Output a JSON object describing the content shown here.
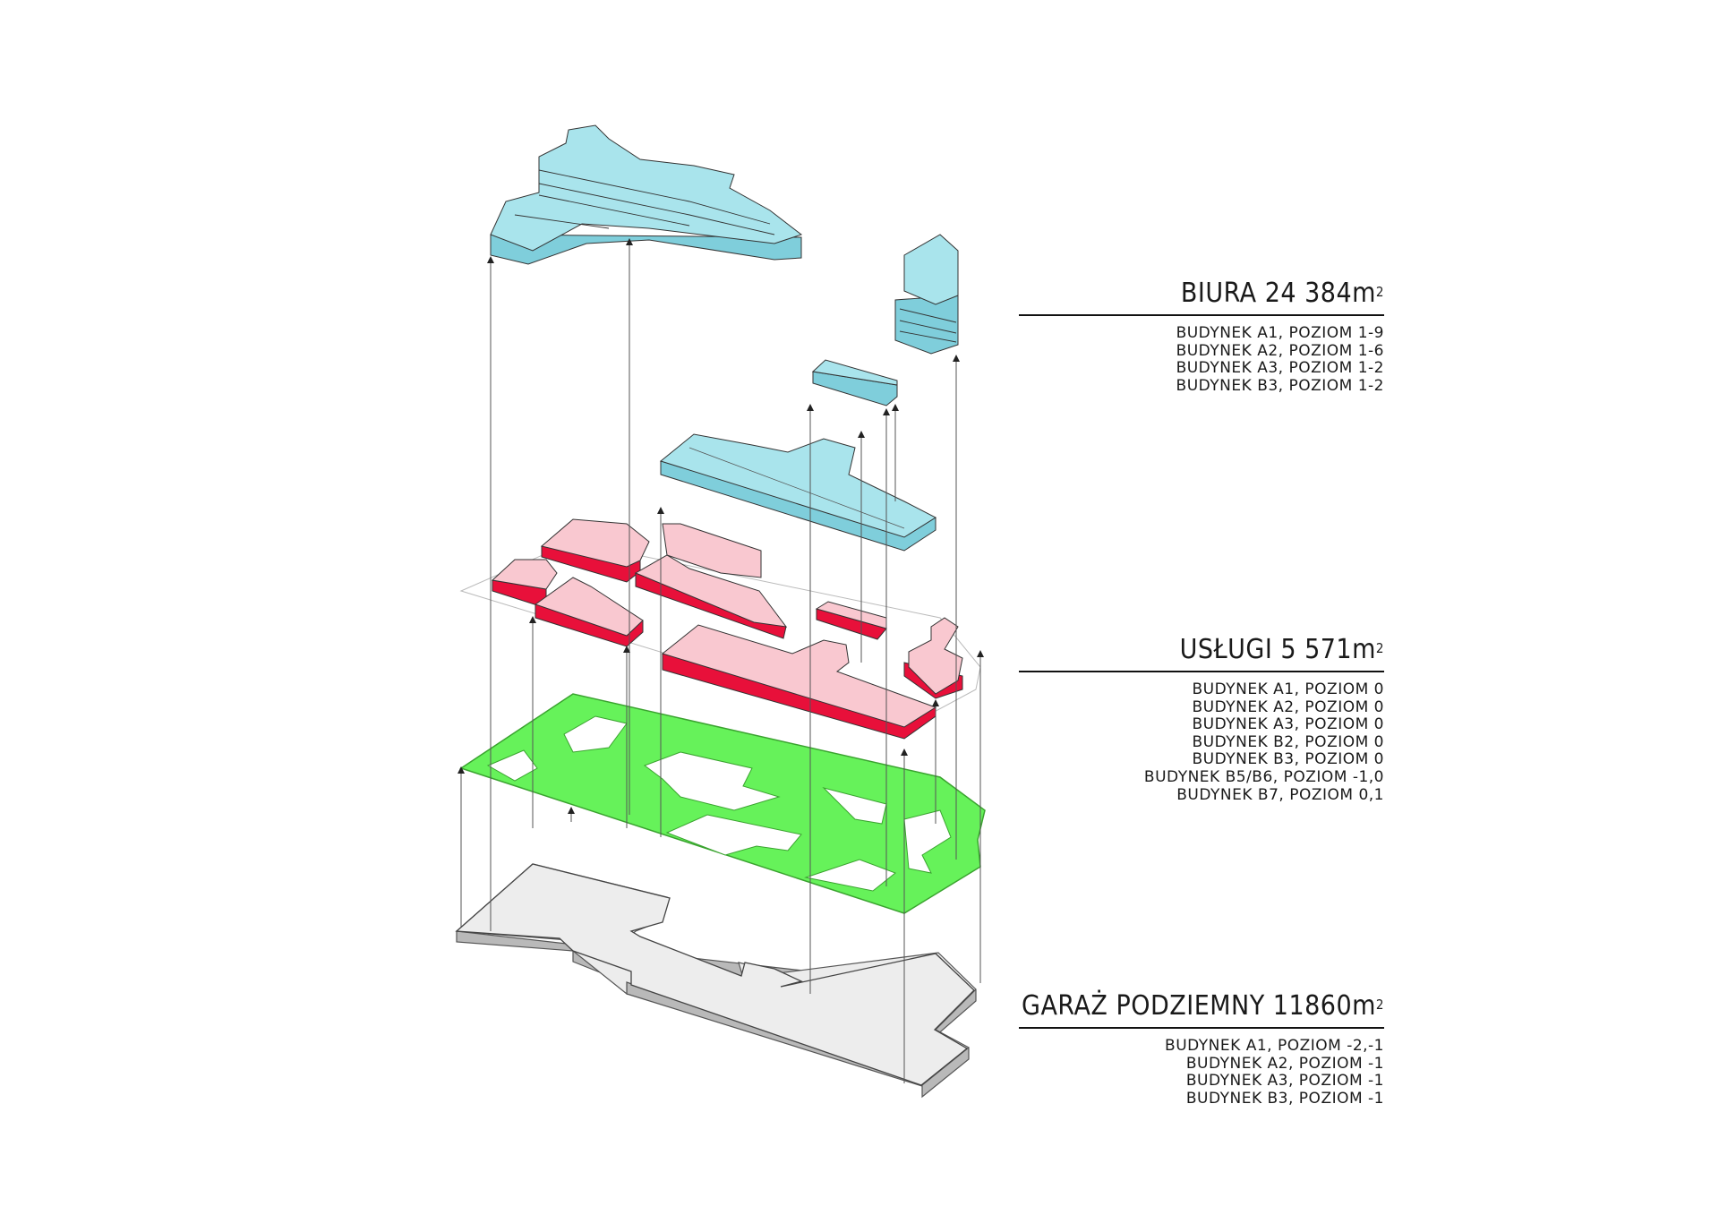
{
  "legend": {
    "biura": {
      "title_text": "BIURA  24 384m",
      "sup": "2",
      "items": [
        "BUDYNEK A1,  POZIOM 1-9",
        "BUDYNEK A2,  POZIOM 1-6",
        "BUDYNEK A3,  POZIOM 1-2",
        "BUDYNEK B3,  POZIOM 1-2"
      ],
      "color": "#a9e4ec"
    },
    "uslugi": {
      "title_text": "USŁUGI  5 571m",
      "sup": "2",
      "items": [
        "BUDYNEK A1,  POZIOM 0",
        "BUDYNEK A2,  POZIOM 0",
        "BUDYNEK A3,  POZIOM 0",
        "BUDYNEK B2,  POZIOM 0",
        "BUDYNEK B3,  POZIOM 0",
        "BUDYNEK B5/B6,  POZIOM -1,0",
        "BUDYNEK B7,  POZIOM 0,1"
      ],
      "color": "#f9c8d0"
    },
    "garaz": {
      "title_text": "GARAŻ PODZIEMNY  11860m",
      "sup": "2",
      "items": [
        "BUDYNEK A1,  POZIOM -2,-1",
        "BUDYNEK A2,  POZIOM -1",
        "BUDYNEK A3,  POZIOM -1",
        "BUDYNEK B3,  POZIOM -1"
      ],
      "color": "#ececec"
    }
  },
  "layers": {
    "offices_color": "#a9e4ec",
    "services_color": "#f9c8d0",
    "services_side_color": "#e8103a",
    "green_color": "#66f25a",
    "garage_color": "#ececec"
  }
}
